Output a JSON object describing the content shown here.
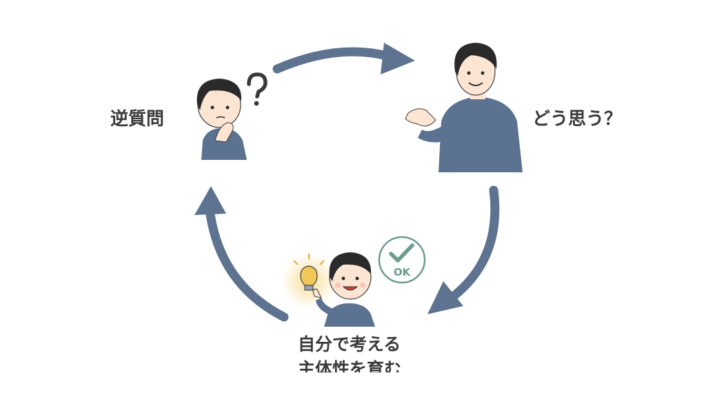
{
  "labels": {
    "left": "逆質問",
    "right": "どう思う？",
    "bottom_line1": "自分で考える",
    "bottom_line2": "主体性を育む"
  },
  "badge": {
    "text": "OK"
  },
  "icons": [
    "question-mark-icon",
    "check-icon",
    "light-bulb-icon"
  ],
  "colors": {
    "arrow": "#5d7390",
    "shirt": "#5b7291",
    "hair": "#2a2a2a",
    "badge": "#6a9c8a",
    "bulb_glow": "#f6d98a"
  }
}
